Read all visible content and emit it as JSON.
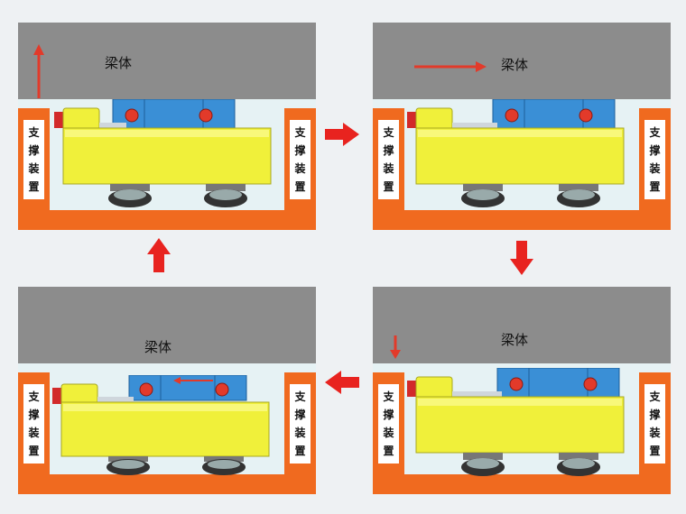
{
  "beam_label": "梁体",
  "support_chars": [
    "支",
    "撑",
    "装",
    "置"
  ],
  "colors": {
    "beam": "#8c8c8c",
    "support_orange": "#f06a1f",
    "body_yellow": "#f0f03a",
    "block_blue": "#3a8fd6",
    "bolt_red": "#e23a2a",
    "arrow_red": "#e8231f"
  },
  "steps": [
    {
      "name": "step-1",
      "motion": "up"
    },
    {
      "name": "step-2",
      "motion": "right"
    },
    {
      "name": "step-3",
      "motion": "down"
    },
    {
      "name": "step-4",
      "motion": "left"
    }
  ]
}
